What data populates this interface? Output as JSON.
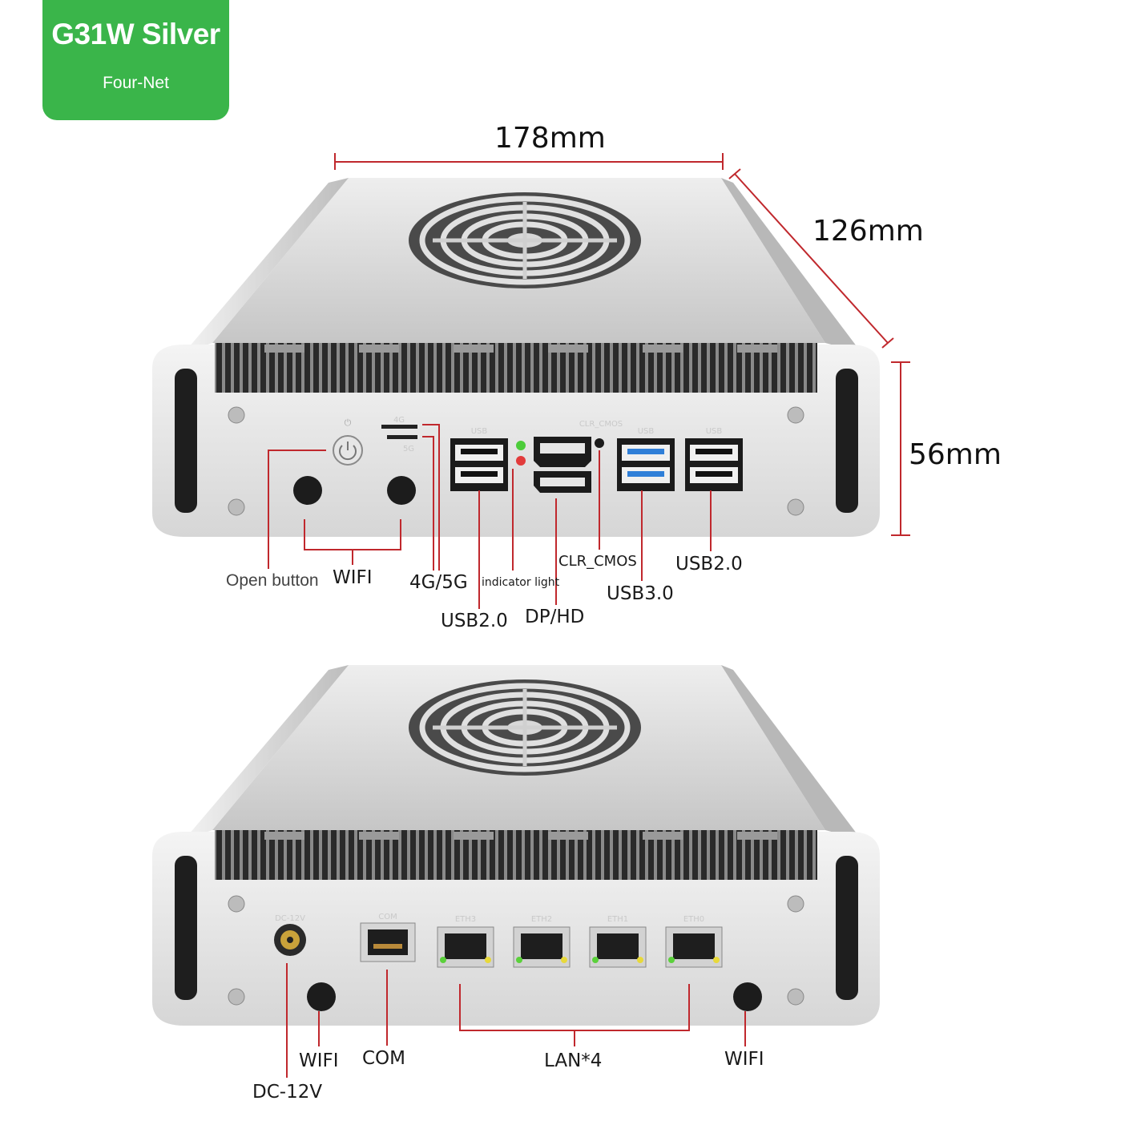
{
  "badge": {
    "title": "G31W Silver",
    "subtitle": "Four-Net"
  },
  "dimensions": {
    "width": "178mm",
    "depth": "126mm",
    "height": "56mm"
  },
  "front_labels": {
    "open_button": "Open button",
    "wifi": "WIFI",
    "lte": "4G/5G",
    "indicator": "indicator light",
    "usb2_left": "USB2.0",
    "dp_hd": "DP/HD",
    "clr_cmos": "CLR_CMOS",
    "usb3": "USB3.0",
    "usb2_right": "USB2.0"
  },
  "rear_labels": {
    "dc": "DC-12V",
    "wifi_left": "WIFI",
    "com": "COM",
    "lan": "LAN*4",
    "wifi_right": "WIFI"
  },
  "port_silkscreen": {
    "usb": "USB",
    "clr_cmos": "CLR_CMOS",
    "lte_4g": "4G",
    "lte_5g": "5G",
    "dc": "DC-12V",
    "com": "COM",
    "eth": [
      "ETH3",
      "ETH2",
      "ETH1",
      "ETH0"
    ]
  },
  "colors": {
    "badge": "#3ab54a",
    "leader_line": "#c0282d",
    "usb3": "#2f7fd8"
  }
}
